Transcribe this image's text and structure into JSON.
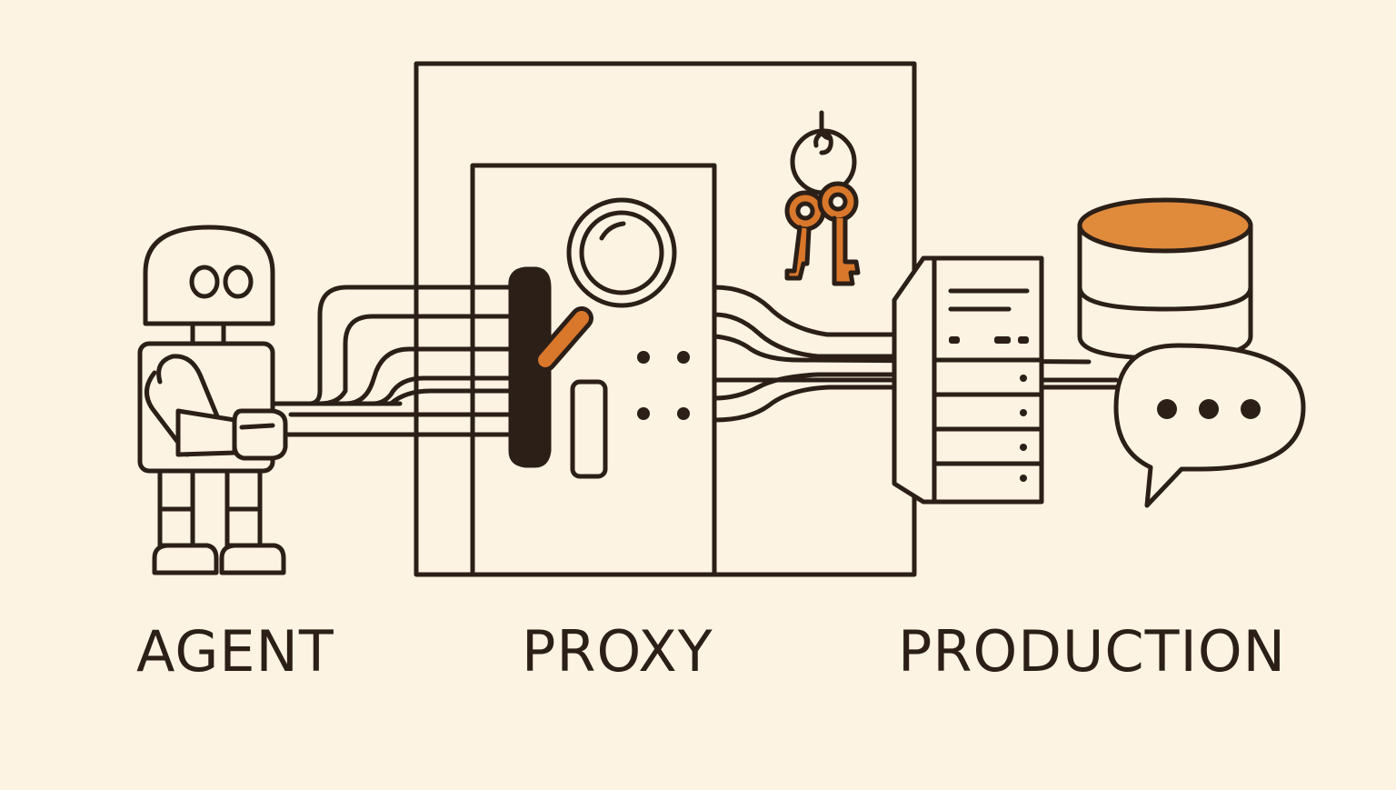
{
  "labels": {
    "agent": "AGENT",
    "proxy": "PROXY",
    "production": "PRODUCTION"
  },
  "colors": {
    "background": "#fdf3e2",
    "ink": "#2b1f17",
    "accent": "#d9772b",
    "accent_fill": "#e08a3c"
  },
  "icons": {
    "agent": "robot-icon",
    "inspection": "magnifying-glass-icon",
    "credentials": "key-ring-icon",
    "server": "server-rack-icon",
    "database": "database-icon",
    "chat": "speech-bubble-icon"
  }
}
